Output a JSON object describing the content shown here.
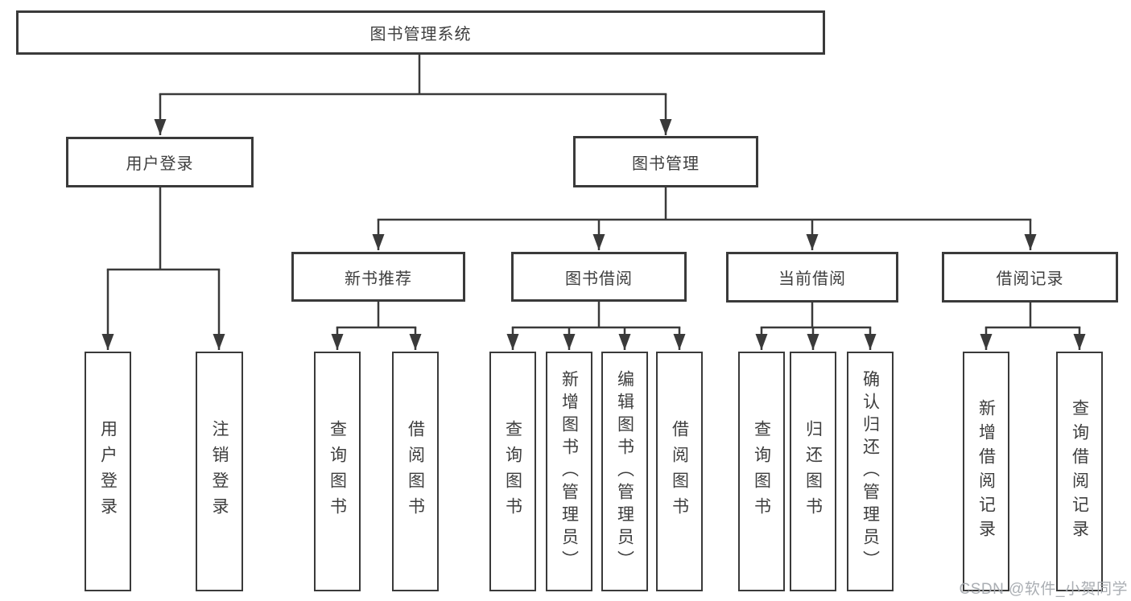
{
  "colors": {
    "line": "#3a3a3a",
    "text": "#3e3e3e",
    "box_background": "#ffffff",
    "page_background": "#ffffff",
    "watermark_text": "#a5aaaf"
  },
  "tree": {
    "label": "图书管理系统",
    "children": [
      {
        "label": "用户登录",
        "children": [
          {
            "label": "用户登录"
          },
          {
            "label": "注销登录"
          }
        ]
      },
      {
        "label": "图书管理",
        "children": [
          {
            "label": "新书推荐",
            "children": [
              {
                "label": "查询图书"
              },
              {
                "label": "借阅图书"
              }
            ]
          },
          {
            "label": "图书借阅",
            "children": [
              {
                "label": "查询图书"
              },
              {
                "label": "新增图书（管理员）"
              },
              {
                "label": "编辑图书（管理员）"
              },
              {
                "label": "借阅图书"
              }
            ]
          },
          {
            "label": "当前借阅",
            "children": [
              {
                "label": "查询图书"
              },
              {
                "label": "归还图书"
              },
              {
                "label": "确认归还（管理员）"
              }
            ]
          },
          {
            "label": "借阅记录",
            "children": [
              {
                "label": "新增借阅记录"
              },
              {
                "label": "查询借阅记录"
              }
            ]
          }
        ]
      }
    ]
  },
  "watermark": "CSDN @软件_小贺同学"
}
